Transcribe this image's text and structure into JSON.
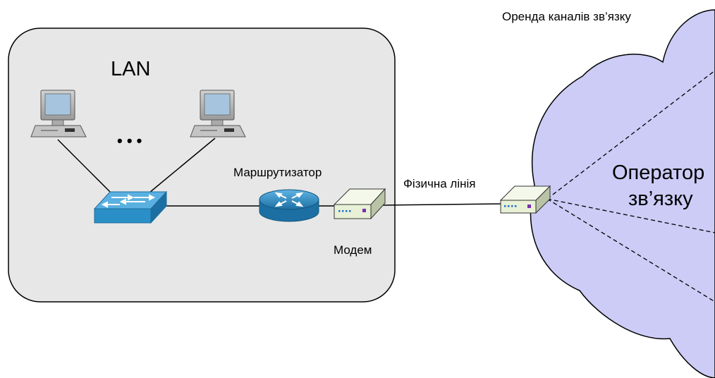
{
  "diagram": {
    "lease_label": "Оренда каналів зв’язку",
    "lan_label": "LAN",
    "ellipsis": "• • •",
    "router_label": "Маршрутизатор",
    "modem_label": "Модем",
    "physical_line_label": "Фізична лінія",
    "operator_line1": "Оператор",
    "operator_line2": "зв’язку"
  },
  "colors": {
    "lan_fill": "#e7e7e7",
    "cloud_fill": "#ccccf7",
    "device_blue": "#2a8fc6",
    "modem_body": "#e8f0d6",
    "screen_blue": "#a6c4dd"
  },
  "icons": [
    "computer-icon",
    "switch-icon",
    "router-icon",
    "modem-icon"
  ]
}
